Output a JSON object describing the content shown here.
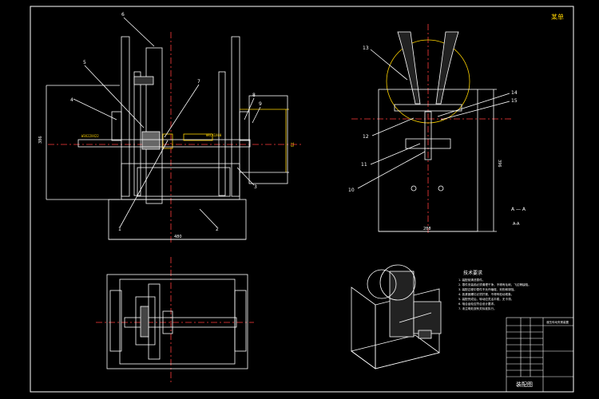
{
  "frame": {
    "title_mark": "某单"
  },
  "front_view": {
    "callouts": [
      "6",
      "5",
      "4",
      "7",
      "8",
      "9",
      "3",
      "2",
      "1"
    ],
    "dims": {
      "height_left": "386",
      "height_right": "73",
      "width_bottom": "480"
    },
    "yellow_labels": [
      "W3X22XX22",
      "HRCX1X60"
    ]
  },
  "side_view": {
    "callouts": [
      "13",
      "14",
      "15",
      "12",
      "11",
      "10"
    ],
    "section_label": "A — A",
    "section_note": "A-A",
    "dims": {
      "width_bottom": "288",
      "height_right": "396"
    }
  },
  "tech_requirements": {
    "title": "技术要求",
    "lines": [
      "1. 装配前清洗零件。",
      "2. 零件安装前必须清理干净，不得有毛刺、飞边等缺陷。",
      "3. 装配过程中零件不允许磕碰、划伤和锈蚀。",
      "4. 各紧固螺钉必须拧紧，不得有松动现象。",
      "5. 装配完成后，转动应灵活平稳，无卡滞。",
      "6. 啮合齿轮应符合设计要求。",
      "7. 未注明处按有关标准执行。"
    ]
  },
  "title_block": {
    "bottom_text": "装配图",
    "top_note": "液压传动夹紧装置"
  }
}
